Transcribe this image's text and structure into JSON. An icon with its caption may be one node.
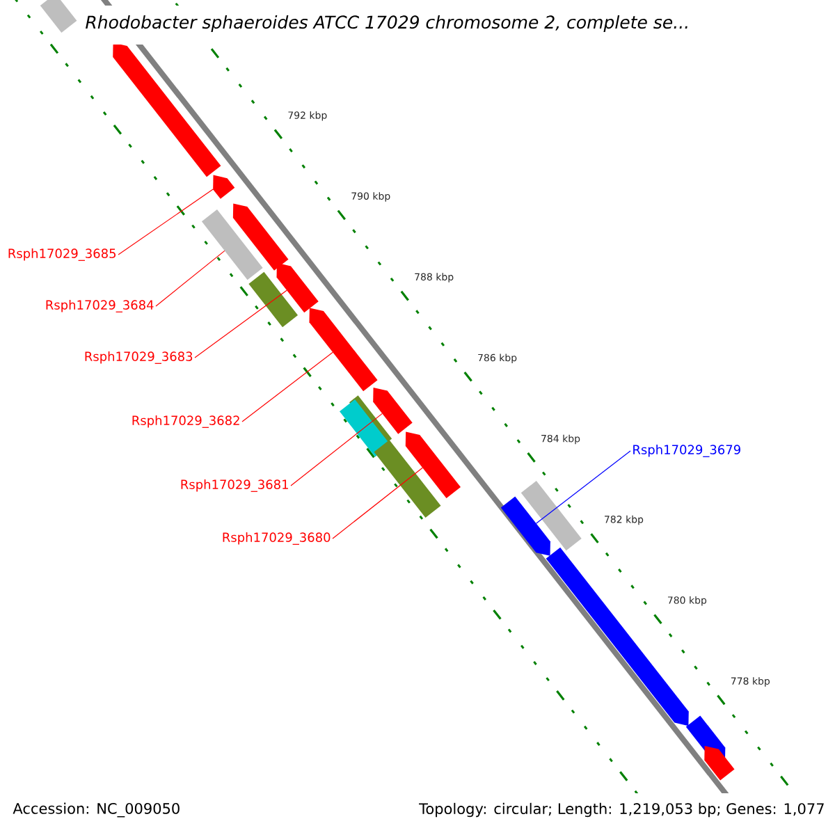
{
  "diagram": {
    "title": "Rhodobacter sphaeroides ATCC 17029 chromosome 2, complete se...",
    "nodes": [
      {
        "text": [
          "Rsph17029_3685"
        ]
      },
      {
        "text": [
          "Rsph17029_3684"
        ]
      },
      {
        "text": [
          "Rsph17029_3683"
        ]
      },
      {
        "text": [
          "Rsph17029_3682"
        ]
      },
      {
        "text": [
          "Rsph17029_3681"
        ]
      },
      {
        "text": [
          "Rsph17029_3680"
        ]
      },
      {
        "text": [
          "Rsph17029_3679"
        ]
      },
      {
        "text": [],
        "shape": "bar"
      },
      {
        "text": [],
        "shape": "arrow"
      },
      {
        "text": [],
        "shape": "arrow"
      },
      {
        "text": [],
        "shape": "arrow"
      },
      {
        "text": [],
        "shape": "bar"
      },
      {
        "text": [],
        "shape": "arrow"
      },
      {
        "text": [],
        "shape": "bar"
      },
      {
        "text": [],
        "shape": "arrow"
      },
      {
        "text": [],
        "shape": "arrow"
      },
      {
        "text": [],
        "shape": "bar"
      },
      {
        "text": [],
        "shape": "bar"
      },
      {
        "text": [],
        "shape": "arrow"
      },
      {
        "text": [],
        "shape": "bar"
      },
      {
        "text": [],
        "shape": "bar"
      },
      {
        "text": [],
        "shape": "arrow"
      },
      {
        "text": [],
        "shape": "arrow"
      },
      {
        "text": [],
        "shape": "arrow"
      },
      {
        "text": [],
        "shape": "arrow"
      }
    ],
    "edges": [
      {
        "from": 0,
        "to": 9,
        "arrow": "none"
      },
      {
        "from": 1,
        "to": 11,
        "arrow": "none"
      },
      {
        "from": 2,
        "to": 12,
        "arrow": "none"
      },
      {
        "from": 3,
        "to": 14,
        "arrow": "none"
      },
      {
        "from": 4,
        "to": 15,
        "arrow": "none"
      },
      {
        "from": 5,
        "to": 18,
        "arrow": "none"
      },
      {
        "from": 6,
        "to": 21,
        "arrow": "none",
        "color": "#0000ff"
      }
    ],
    "labels": [
      "792 kbp",
      "790 kbp",
      "788 kbp",
      "786 kbp",
      "784 kbp",
      "782 kbp",
      "780 kbp",
      "778 kbp",
      "Accession: NC_009050",
      "Topology: circular; Length: 1,219,053 bp; Genes: 1,077"
    ]
  }
}
